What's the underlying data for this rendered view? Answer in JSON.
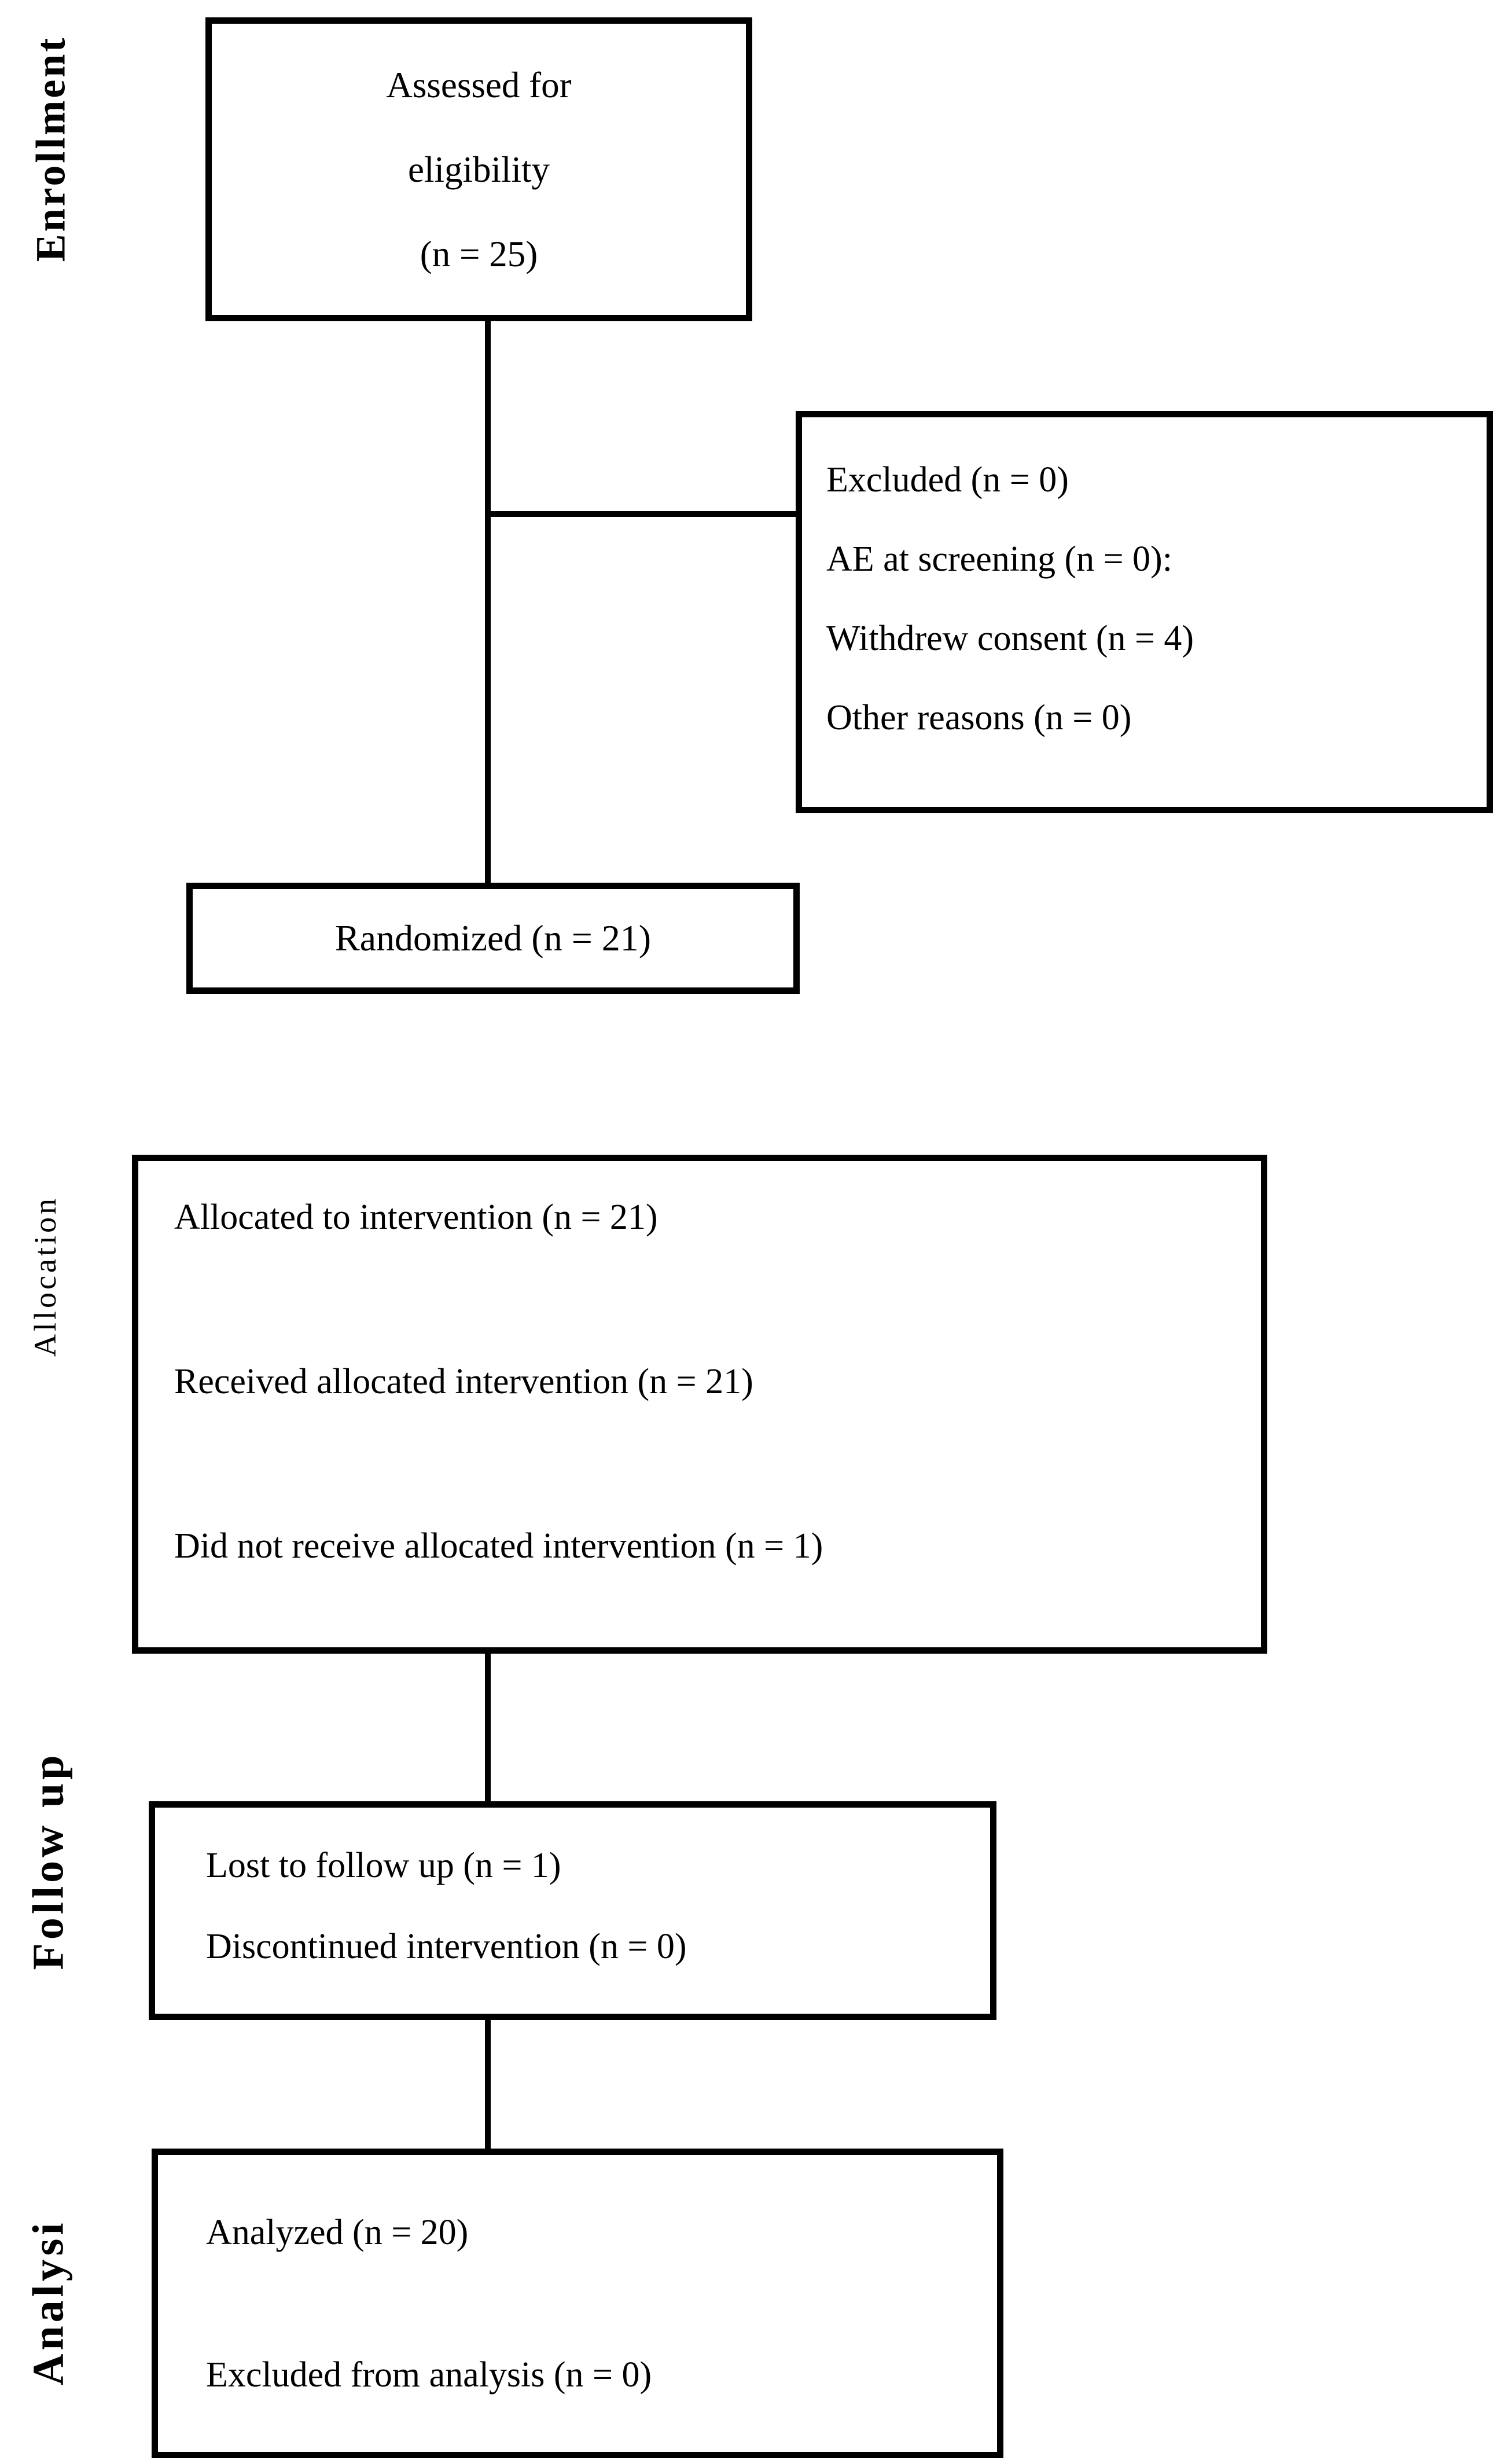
{
  "diagram": {
    "type": "consort-flow",
    "background_color": "#ffffff",
    "line_color": "#000000"
  },
  "stage_labels": {
    "enrollment": "Enrollment",
    "allocation": "Allocation",
    "followup": "Follow up",
    "analysis": "Analysi"
  },
  "boxes": {
    "assessed": {
      "lines": [
        "Assessed for",
        "eligibility",
        "(n = 25)"
      ]
    },
    "excluded": {
      "lines": [
        "Excluded (n = 0)",
        "AE at screening (n = 0):",
        "Withdrew consent (n = 4)",
        "Other reasons (n = 0)"
      ]
    },
    "randomized": {
      "lines": [
        "Randomized (n = 21)"
      ]
    },
    "allocated": {
      "lines": [
        "Allocated to intervention (n = 21)",
        "Received allocated intervention (n = 21)",
        "Did not receive allocated intervention (n = 1)"
      ]
    },
    "followup": {
      "lines": [
        "Lost to follow up (n = 1)",
        "Discontinued intervention (n = 0)"
      ]
    },
    "analysis": {
      "lines": [
        "Analyzed (n = 20)",
        "Excluded from analysis (n = 0)"
      ]
    }
  }
}
